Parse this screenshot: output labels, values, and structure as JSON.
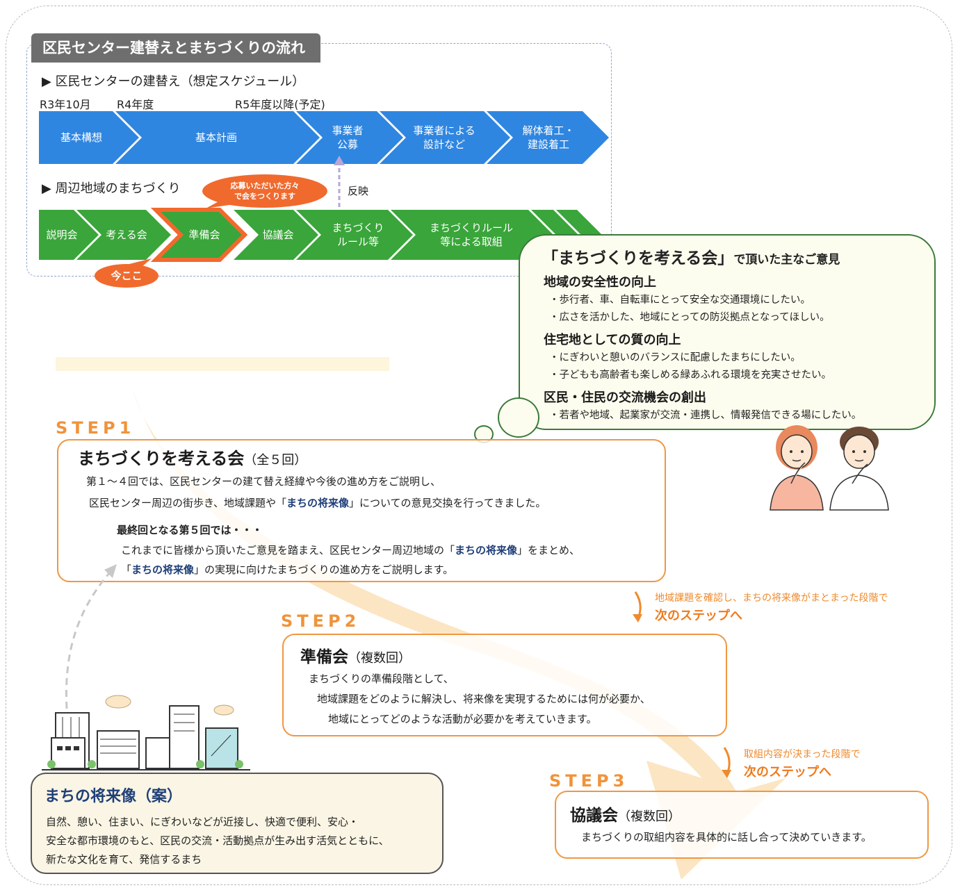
{
  "flow": {
    "title": "区民センター建替えとまちづくりの流れ",
    "rebuild_heading": "▶ 区民センターの建替え（想定スケジュール）",
    "schedule_labels": [
      "R3年10月",
      "R4年度",
      "R5年度以降(予定)"
    ],
    "blue_steps": [
      "基本構想",
      "基本計画",
      "事業者\n公募",
      "事業者による\n設計など",
      "解体着工・\n建設着工"
    ],
    "town_heading": "▶ 周辺地域のまちづくり",
    "applicants_callout": "応募いただいた方々\nで会をつくります",
    "reflect_label": "反映",
    "green_steps": [
      "説明会",
      "考える会",
      "準備会",
      "協議会",
      "まちづくり\nルール等",
      "まちづくりルール\n等による取組"
    ],
    "current_marker": "今ここ",
    "colors": {
      "blue": "#2f86e0",
      "green": "#3aa53a",
      "highlight": "#f06a2e"
    }
  },
  "opinions": {
    "title_main": "「まちづくりを考える会」",
    "title_sub": "で頂いた主なご意見",
    "groups": [
      {
        "heading": "地域の安全性の向上",
        "items": [
          "・歩行者、車、自転車にとって安全な交通環境にしたい。",
          "・広さを活かした、地域にとっての防災拠点となってほしい。"
        ]
      },
      {
        "heading": "住宅地としての質の向上",
        "items": [
          "・にぎわいと憩いのバランスに配慮したまちにしたい。",
          "・子どもも高齢者も楽しめる緑あふれる環境を充実させたい。"
        ]
      },
      {
        "heading": "区民・住民の交流機会の創出",
        "items": [
          "・若者や地域、起業家が交流・連携し、情報発信できる場にしたい。"
        ]
      }
    ]
  },
  "step1": {
    "label": "STEP1",
    "title": "まちづくりを考える会",
    "sub": "（全５回）",
    "line1": "第１～４回では、区民センターの建て替え経緯や今後の進め方をご説明し、",
    "line2a": "区民センター周辺の街歩き、地域課題や「",
    "line2b": "まちの将来像",
    "line2c": "」についての意見交換を行ってきました。",
    "final_heading": "最終回となる第５回では・・・",
    "line3a": "これまでに皆様から頂いたご意見を踏まえ、区民センター周辺地域の「",
    "line3b": "まちの将来像",
    "line3c": "」をまとめ、",
    "line4a": "「",
    "line4b": "まちの将来像",
    "line4c": "」の実現に向けたまちづくりの進め方をご説明します。"
  },
  "next1": {
    "note": "地域課題を確認し、まちの将来像がまとまった段階で",
    "go": "次のステップへ"
  },
  "step2": {
    "label": "STEP2",
    "title": "準備会",
    "sub": "（複数回）",
    "line1": "まちづくりの準備段階として、",
    "line2": "地域課題をどのように解決し、将来像を実現するためには何が必要か、",
    "line3": "地域にとってどのような活動が必要かを考えていきます。"
  },
  "next2": {
    "note": "取組内容が決まった段階で",
    "go": "次のステップへ"
  },
  "step3": {
    "label": "STEP3",
    "title": "協議会",
    "sub": "（複数回）",
    "line1": "まちづくりの取組内容を具体的に話し合って決めていきます。"
  },
  "vision": {
    "title": "まちの将来像（案）",
    "line1": "自然、憩い、住まい、にぎわいなどが近接し、快適で便利、安心・",
    "line2": "安全な都市環境のもと、区民の交流・活動拠点が生み出す活気とともに、",
    "line3": "新たな文化を育て、発信するまち"
  }
}
